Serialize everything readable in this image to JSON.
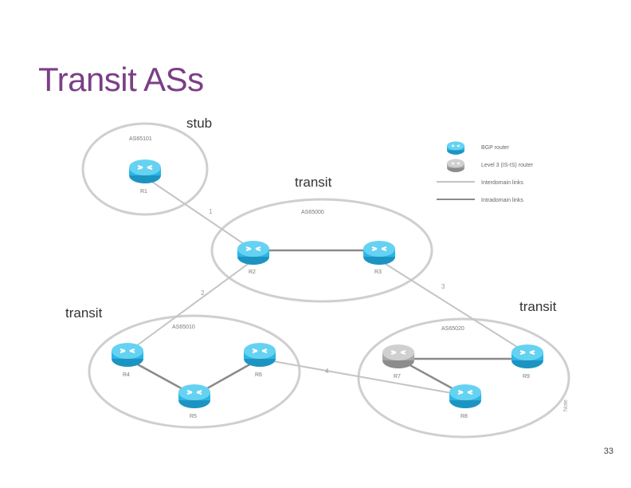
{
  "slide": {
    "title": "Transit ASs",
    "page_number": "33"
  },
  "regions": [
    {
      "id": "stub",
      "label": "stub",
      "as_label": "AS65101",
      "router_labels": [
        "R1"
      ]
    },
    {
      "id": "top",
      "label": "transit",
      "as_label": "AS65000",
      "router_labels": [
        "R2",
        "R3"
      ]
    },
    {
      "id": "left",
      "label": "transit",
      "as_label": "AS65010",
      "router_labels": [
        "R4",
        "R5",
        "R6"
      ]
    },
    {
      "id": "right",
      "label": "transit",
      "as_label": "AS65020",
      "router_labels": [
        "R7",
        "R8",
        "R9"
      ]
    }
  ],
  "legend": {
    "items": [
      {
        "icon": "bgp-router-icon",
        "label": "BGP router"
      },
      {
        "icon": "legacy-router-icon",
        "label": "Level 3 (IS-IS) router"
      },
      {
        "icon": "ebgp-link-icon",
        "label": "Interdomain links"
      },
      {
        "icon": "ibgp-link-icon",
        "label": "Intradomain links"
      }
    ]
  },
  "link_labels": [
    "1",
    "2",
    "3",
    "4"
  ],
  "side_note": "Note",
  "colors": {
    "title": "#7b3f86",
    "router_fill": "#29b6e6",
    "router_top": "#66d2f2",
    "legacy_router": "#bfbfbf",
    "region_stroke": "#cfcfcf"
  }
}
